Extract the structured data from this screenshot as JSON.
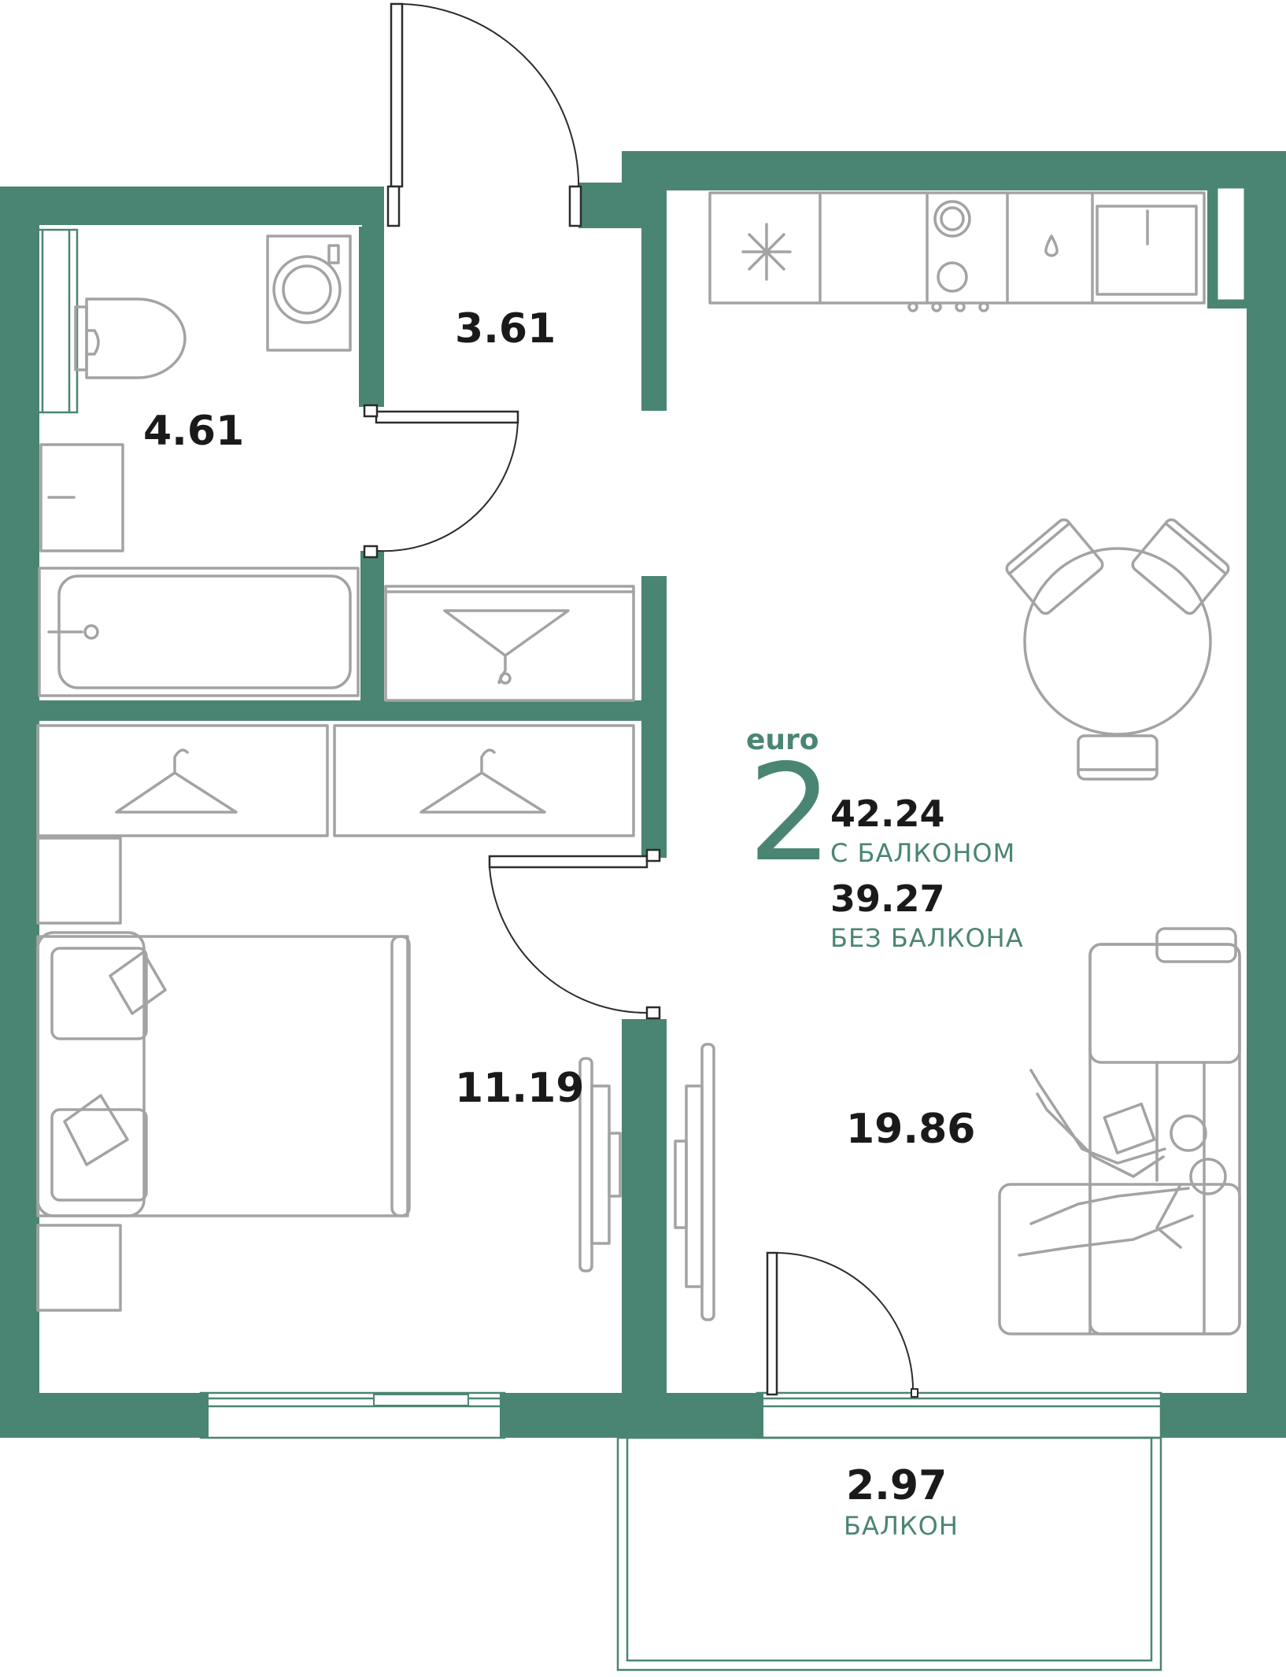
{
  "plan": {
    "type_label": "euro",
    "rooms_count": "2",
    "total_with_balcony": "42.24",
    "total_with_balcony_caption": "С БАЛКОНОМ",
    "total_without_balcony": "39.27",
    "total_without_balcony_caption": "БЕЗ БАЛКОНА",
    "accent_color": "#4a8573"
  },
  "rooms": {
    "bathroom": "4.61",
    "hallway": "3.61",
    "bedroom": "11.19",
    "living_kitchen": "19.86",
    "balcony": "2.97",
    "balcony_caption": "БАЛКОН"
  }
}
